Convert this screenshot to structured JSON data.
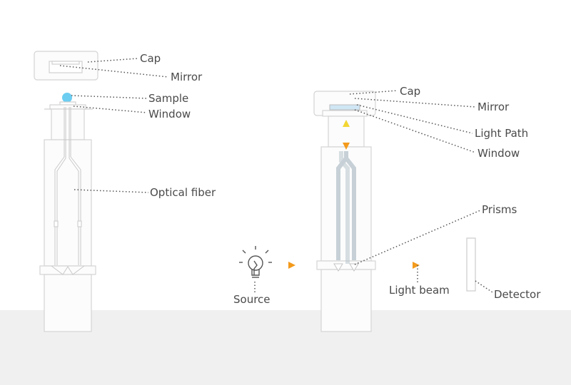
{
  "colors": {
    "background": "#ffffff",
    "floor_band": "#f0f0f0",
    "outline": "#d0d0d0",
    "label": "#4a4a4a",
    "sample_drop": "#5cc8ef",
    "spectrum": [
      "#1e6fc4",
      "#2fb6d9",
      "#7cc940",
      "#f2d633",
      "#f39a1c",
      "#e8361c"
    ]
  },
  "left_assembly": {
    "labels": {
      "cap": "Cap",
      "mirror": "Mirror",
      "sample": "Sample",
      "window": "Window",
      "fiber": "Optical fiber"
    }
  },
  "right_assembly": {
    "labels": {
      "cap": "Cap",
      "mirror": "Mirror",
      "light_path": "Light Path",
      "window": "Window",
      "prisms": "Prisms",
      "source": "Source",
      "light_beam": "Light beam",
      "detector": "Detector"
    },
    "icons": {
      "source": "light-bulb-icon"
    }
  }
}
